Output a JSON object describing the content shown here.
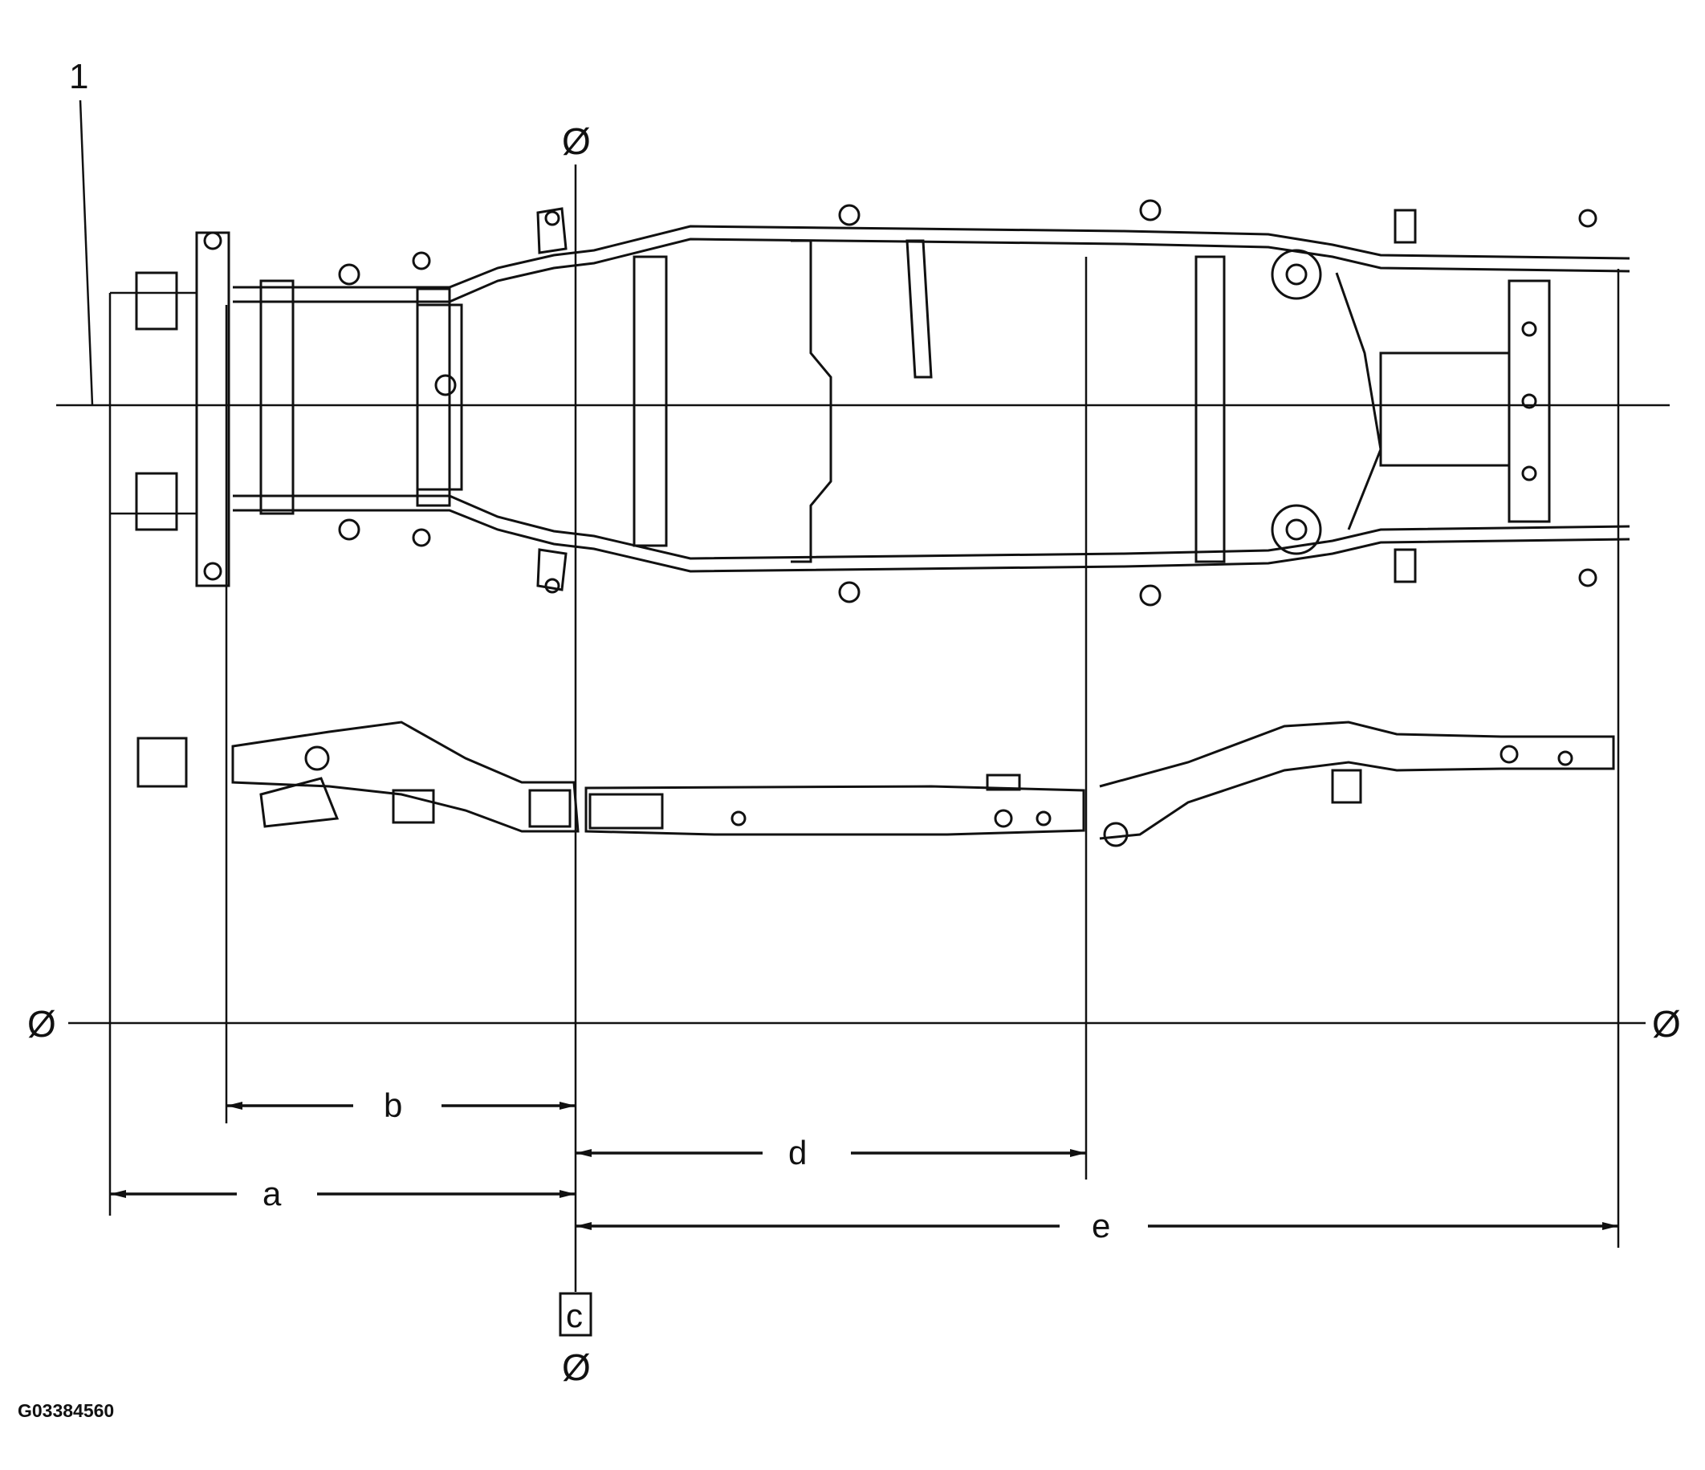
{
  "figure_id": "G03384560",
  "callout_1": "1",
  "datum_symbol": "Ø",
  "datum_box": "c",
  "dimensions": {
    "a": "a",
    "b": "b",
    "d": "d",
    "e": "e"
  },
  "colors": {
    "line": "#111111",
    "background": "#ffffff"
  }
}
